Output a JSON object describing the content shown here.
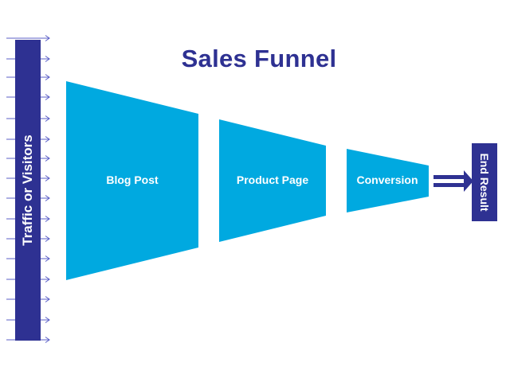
{
  "title": "Sales Funnel",
  "traffic_label": "Traffic or Visitors",
  "end_label": "End Result",
  "stages": [
    {
      "label": "Blog Post"
    },
    {
      "label": "Product Page"
    },
    {
      "label": "Conversion"
    }
  ],
  "colors": {
    "title": "#2e3192",
    "bar": "#2e3192",
    "funnel": "#00a9e0",
    "arrow": "#5b5fc7",
    "text_light": "#ffffff"
  },
  "icons": {
    "incoming_arrows": "arrow-right-icon",
    "output_arrow": "double-arrow-right-icon"
  }
}
